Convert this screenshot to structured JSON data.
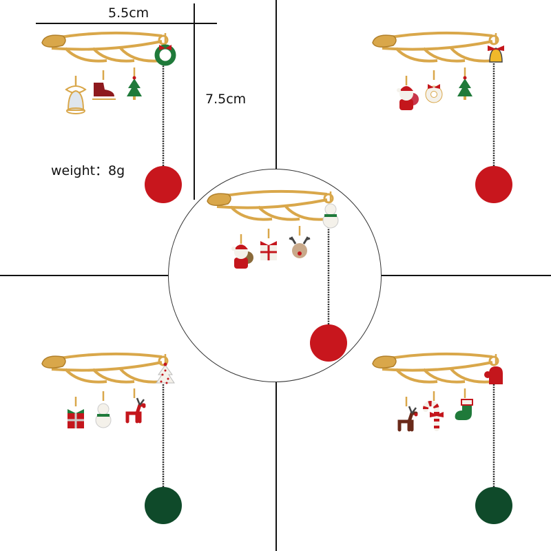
{
  "dimensions": {
    "width_label": "5.5cm",
    "height_label": "7.5cm",
    "weight_label": "weight：8g"
  },
  "colors": {
    "gold": "#d9a74a",
    "gold_dark": "#b07f2a",
    "red_pompom": "#c8161d",
    "green_pompom": "#0f4a2a",
    "chain": "#2a2a2a",
    "enamel_red": "#c4161c",
    "enamel_green": "#1f7a3a",
    "enamel_white": "#f4f1ea"
  },
  "brooches": [
    {
      "position": "top-left",
      "pompom": "red",
      "charms": [
        "bell-with-bow",
        "ice-skate",
        "christmas-tree",
        "wreath"
      ]
    },
    {
      "position": "top-right",
      "pompom": "red",
      "charms": [
        "santa",
        "donut-wreath",
        "christmas-tree",
        "bell"
      ]
    },
    {
      "position": "center",
      "pompom": "red",
      "charms": [
        "santa-with-sack",
        "gift-box",
        "reindeer-face",
        "snowman"
      ]
    },
    {
      "position": "bottom-left",
      "pompom": "green",
      "charms": [
        "gift-box",
        "snowman",
        "reindeer",
        "white-tree"
      ]
    },
    {
      "position": "bottom-right",
      "pompom": "green",
      "charms": [
        "reindeer",
        "candy-cane",
        "stocking",
        "mitten"
      ]
    }
  ]
}
